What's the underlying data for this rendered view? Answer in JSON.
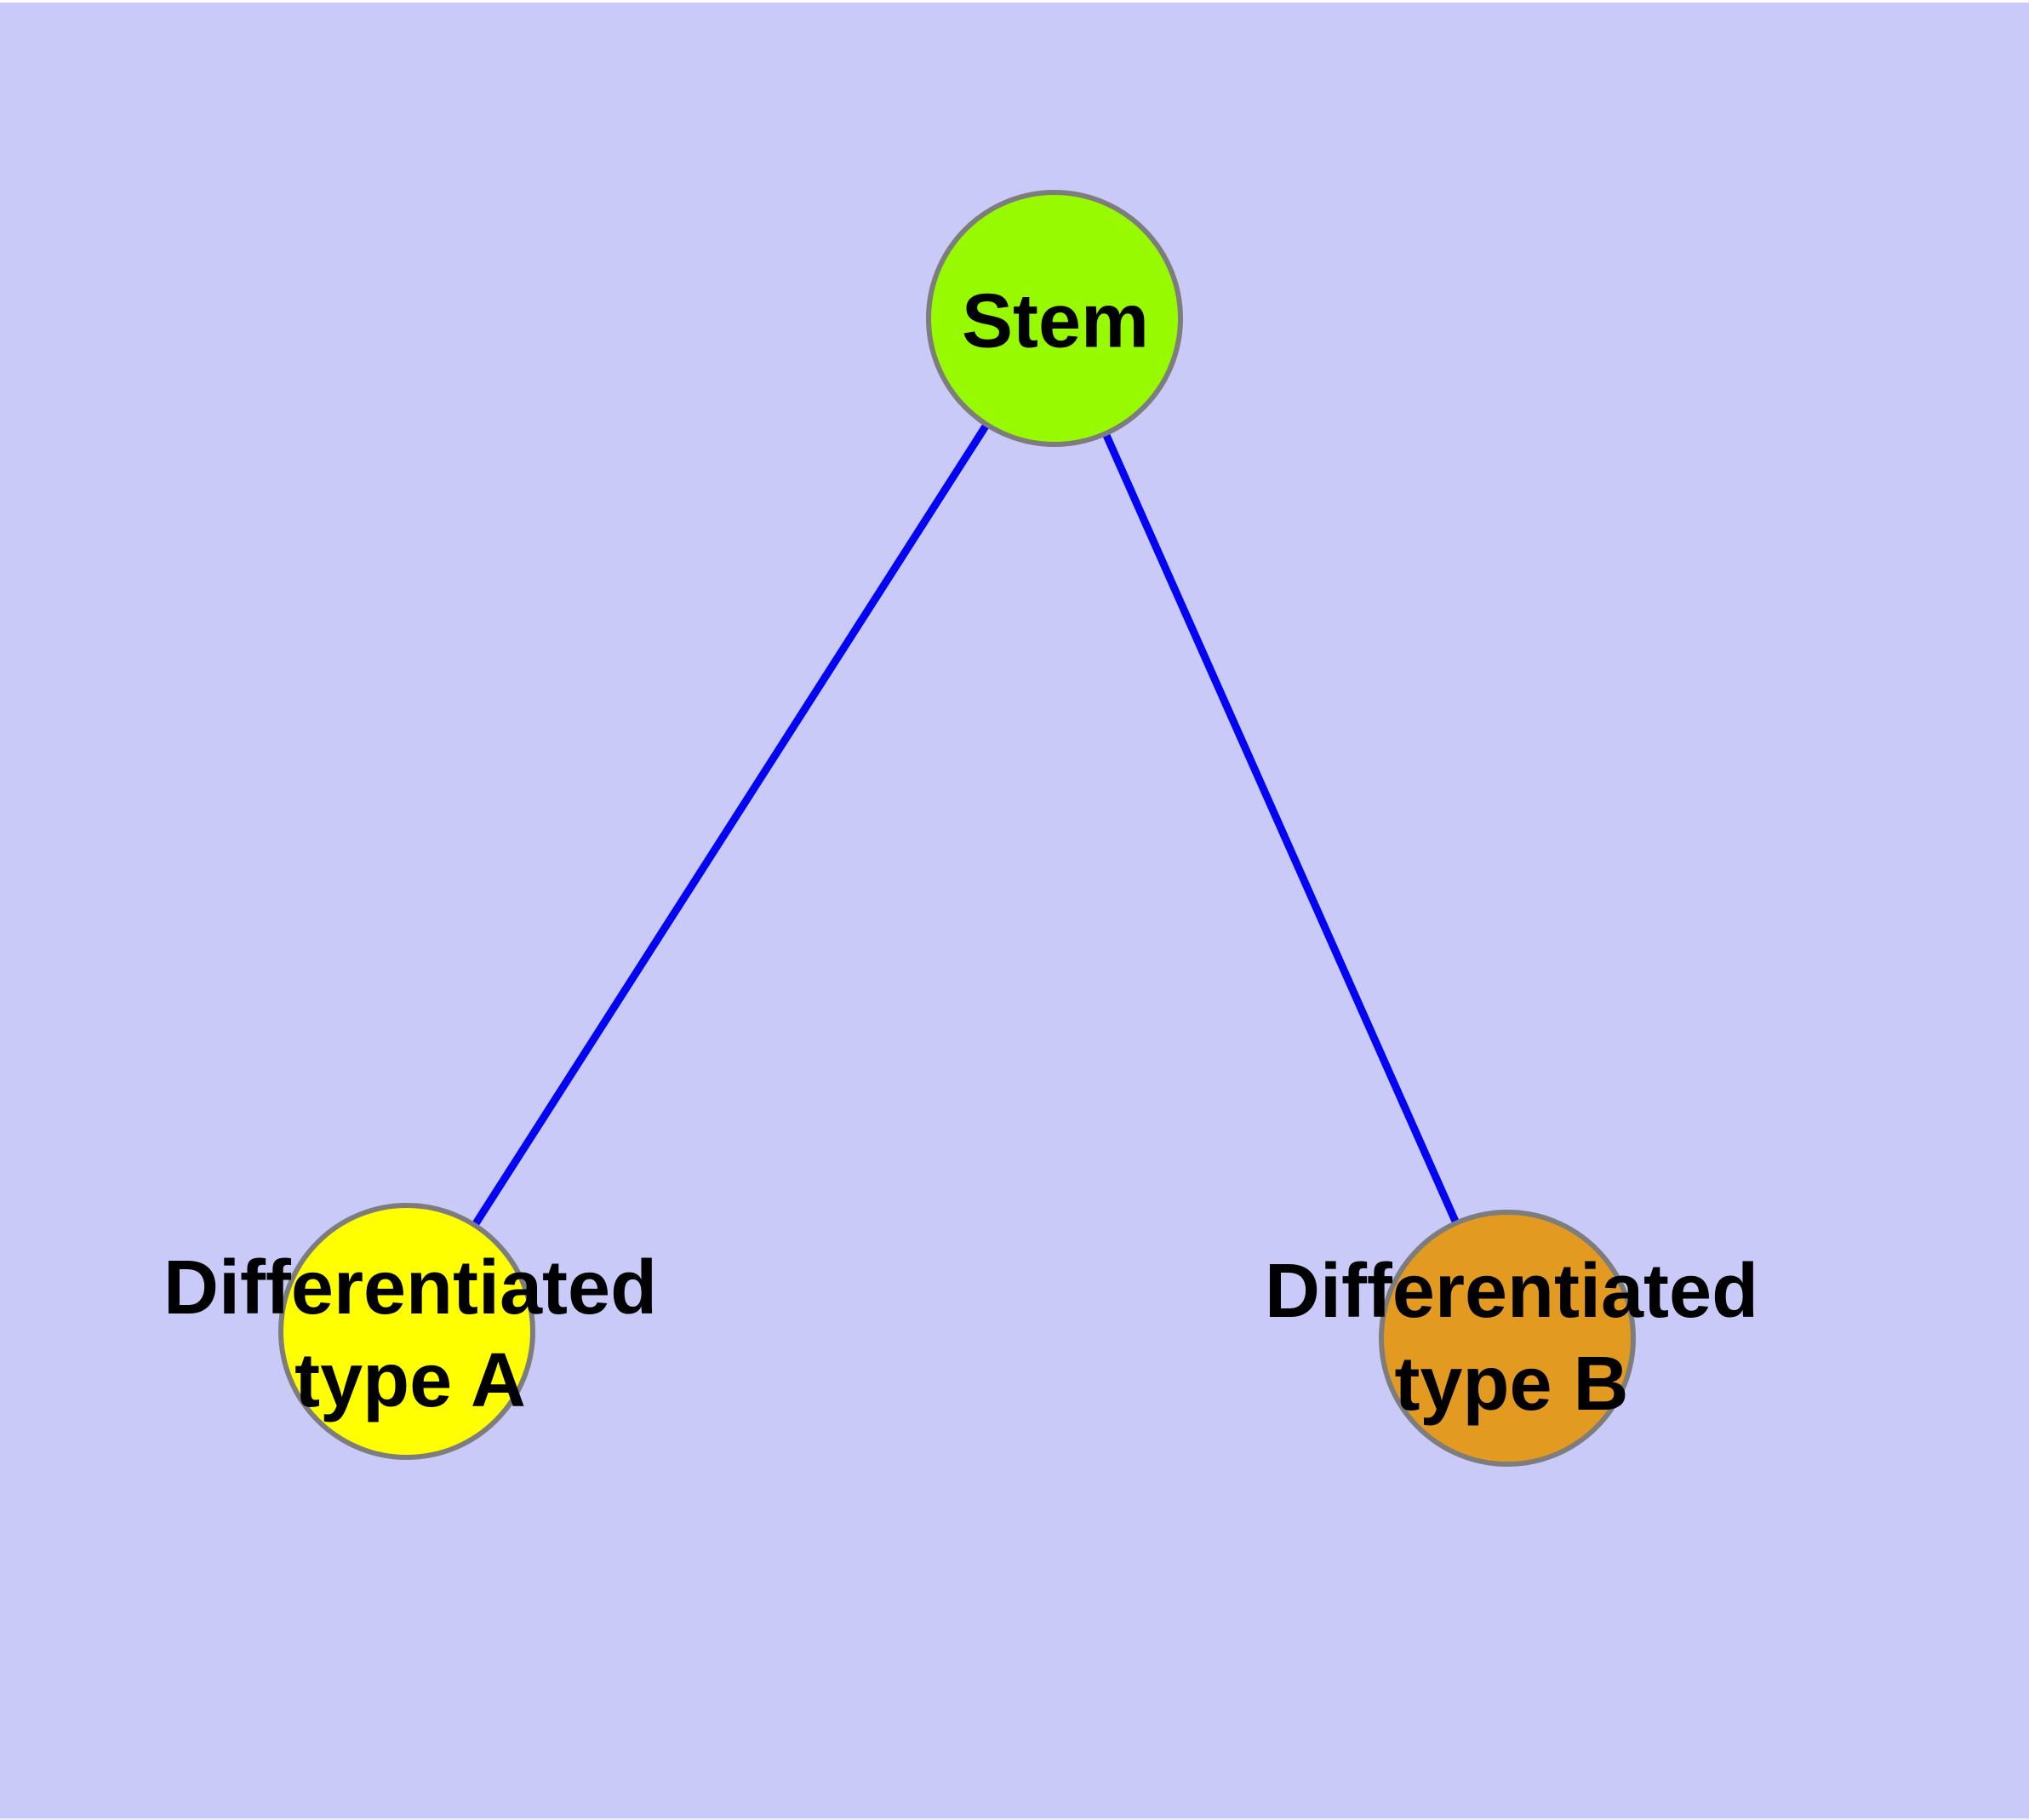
{
  "graph": {
    "style": {
      "background_color": "#cacaf8",
      "edge_color": "#0404f4",
      "node_border_color": "#7d7d7d",
      "label_color": "#000000"
    },
    "nodes": [
      {
        "id": "stem",
        "label": "Stem",
        "fill": "#98fa00"
      },
      {
        "id": "differentiated-type-a",
        "label": "Differentiated\ntype A",
        "fill": "#ffff00"
      },
      {
        "id": "differentiated-type-b",
        "label": "Differentiated\ntype B",
        "fill": "#e29a20"
      }
    ],
    "edges": [
      {
        "from": "stem",
        "to": "differentiated-type-a"
      },
      {
        "from": "stem",
        "to": "differentiated-type-b"
      }
    ]
  }
}
